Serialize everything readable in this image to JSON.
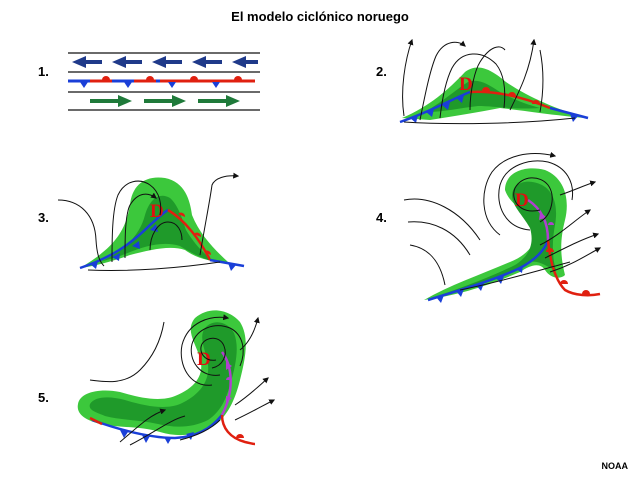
{
  "title": "El modelo ciclónico noruego",
  "credit": "NOAA",
  "low_label": "D",
  "steps": [
    "1.",
    "2.",
    "3.",
    "4.",
    "5."
  ],
  "colors": {
    "cold_front": "#1a3fd8",
    "warm_front": "#e02010",
    "occluded_front": "#b040d0",
    "precip_light": "#3cc83c",
    "precip_heavy": "#1f9a2a",
    "easterly_wind": "#1f3a8a",
    "westerly_wind": "#1f7a3a",
    "streamline": "#111111",
    "low_label": "#e01010"
  }
}
